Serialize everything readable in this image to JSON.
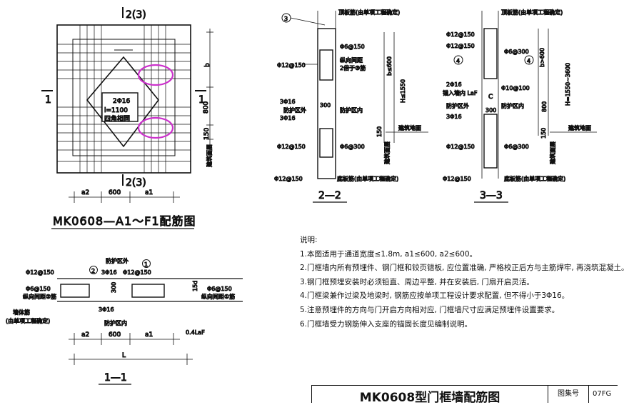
{
  "plan": {
    "section_top": "2(3)",
    "section_bottom": "2(3)",
    "cut_left": "1",
    "cut_right": "1",
    "diag_bars_label": "2Φ16",
    "diag_len_label": "l=1100",
    "diag_corner_label": "四角相同",
    "dim_b": "b",
    "dim_800": "800",
    "dim_150": "150",
    "floor_label": "建筑面层",
    "dim_a2": "a2",
    "dim_600": "600",
    "dim_a1": "a1",
    "title": "MK0608—A1～F1配筋图"
  },
  "sec22": {
    "marker": "3",
    "top_slab": "顶板筋(由单项工程确定)",
    "phi6_300": "Φ6@150",
    "longi": "纵向间距",
    "longi2": "2倍于③筋",
    "phi12": "Φ12@150",
    "b600": "b≤600",
    "h1550": "H≤1550",
    "three16": "3Φ16",
    "outside": "防护区外",
    "inside": "防护区内",
    "dim300": "300",
    "floor": "建筑地面",
    "dim150": "150",
    "floor_layer": "建筑面层",
    "phi12b": "Φ12@150",
    "phi6b": "Φ6@300",
    "bottom_slab": "底板筋(由单项工程确定)",
    "phi12c": "Φ12@150",
    "caption": "2—2"
  },
  "sec33": {
    "top_slab": "顶板筋(由单项工程确定)",
    "phi12a": "Φ12@150",
    "phi12b": "Φ12@150",
    "marker4a": "4",
    "phi6": "Φ6@300",
    "marker4b": "4",
    "b600": "b>600",
    "h": "H=1550~3600",
    "two16": "2Φ16",
    "anchor": "锚入墙内 LaF",
    "phi10": "Φ10@100",
    "c": "C",
    "outside": "防护区外",
    "inside": "防护区内",
    "dim300": "300",
    "three16": "3Φ16",
    "floor": "建筑地面",
    "dim800": "800",
    "dim150": "150",
    "floor_layer": "建筑面层",
    "phi12c": "Φ12@150",
    "phi6b": "Φ6@300",
    "bottom_slab": "底板筋(由单项工程确定)",
    "phi12d": "Φ12@150",
    "caption": "3—3"
  },
  "sec11": {
    "phi12a": "Φ12@150",
    "marker2": "2",
    "outside": "防护区外",
    "marker1": "1",
    "phi16": "3Φ16",
    "phi12b": "Φ12@150",
    "phi6a": "Φ6@150",
    "longi2": "纵向间距②筋",
    "phi6b": "Φ6@150",
    "longi1": "纵向间距①筋",
    "dim300": "300",
    "dim15d": "15d",
    "wall_bar": "墙体筋",
    "wall_bar2": "(由单项工程确定)",
    "three16b": "3Φ16",
    "inside": "防护区内",
    "dim_a2": "a2",
    "dim_600": "600",
    "dim_a1": "a1",
    "dim_04": "0.4LaF",
    "dim_L": "L",
    "caption": "1—1"
  },
  "notes": {
    "heading": "说明:",
    "items": [
      "1.本图适用于通道宽度≤1.8m, a1≤600, a2≤600。",
      "2.门框墙内所有预埋件、钢门框和铰页错板, 应位置准确, 严格校正后方与主筋焊牢, 再浇筑混凝土。",
      "3.钢门框预埋安装时必须铅直、周边平整, 并在安装后, 门扇开启灵活。",
      "4.门框梁兼作过梁及地梁时, 钢筋应按单项工程设计要求配置, 但不得小于3Φ16。",
      "5.注意预埋件的方向与门开启方向相对应, 门框墙尺寸应满足预埋件设置要求。",
      "6.门框墙受力钢筋伸入支座的锚固长度见编制说明。"
    ]
  },
  "titleblock": {
    "title": "MK0608型门框墙配筋图",
    "atlas_label": "图集号",
    "atlas_no": "07FG"
  },
  "colors": {
    "highlight": "#cc33cc",
    "ink": "#111111"
  }
}
